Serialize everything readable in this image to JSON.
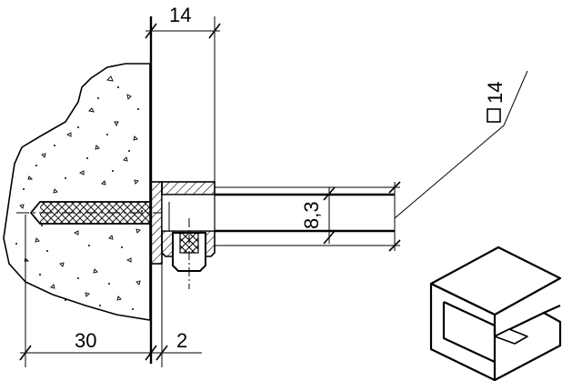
{
  "dimensions": {
    "glass_thickness_limit": "14",
    "glass_gap": "8,3",
    "anchor_depth": "30",
    "clip_wall": "2",
    "clip_square_size": "14"
  }
}
